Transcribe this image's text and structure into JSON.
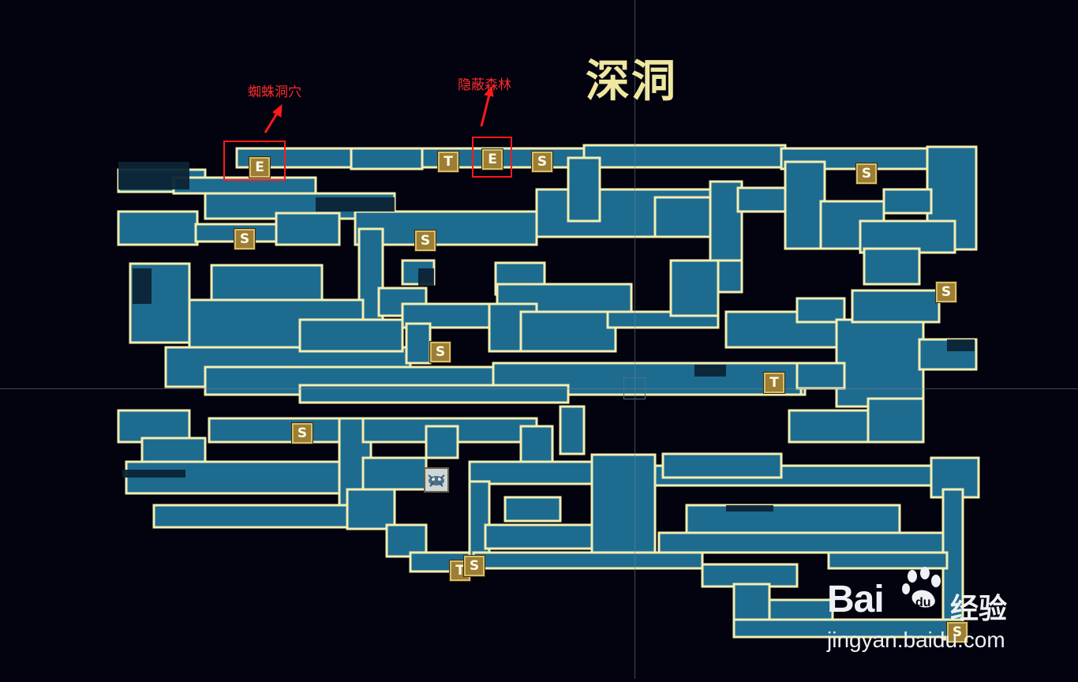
{
  "map": {
    "title": "深洞",
    "colors": {
      "background": "#02030f",
      "floor": "#1e6b90",
      "wall": "#f3eeb2",
      "marker": "#9c7e34",
      "annotation": "#ff1a1a"
    }
  },
  "annotations": [
    {
      "id": "spider",
      "label": "蜘蛛洞穴"
    },
    {
      "id": "forest",
      "label": "隐蔽森林"
    }
  ],
  "markers": {
    "exit_letter": "E",
    "save_letter": "S",
    "teleport_letter": "T"
  },
  "boss_icon": "boss-skull-icon",
  "watermark": {
    "brand": "Bai",
    "brand_suffix": "经验",
    "url": "jingyan.baidu.com"
  }
}
